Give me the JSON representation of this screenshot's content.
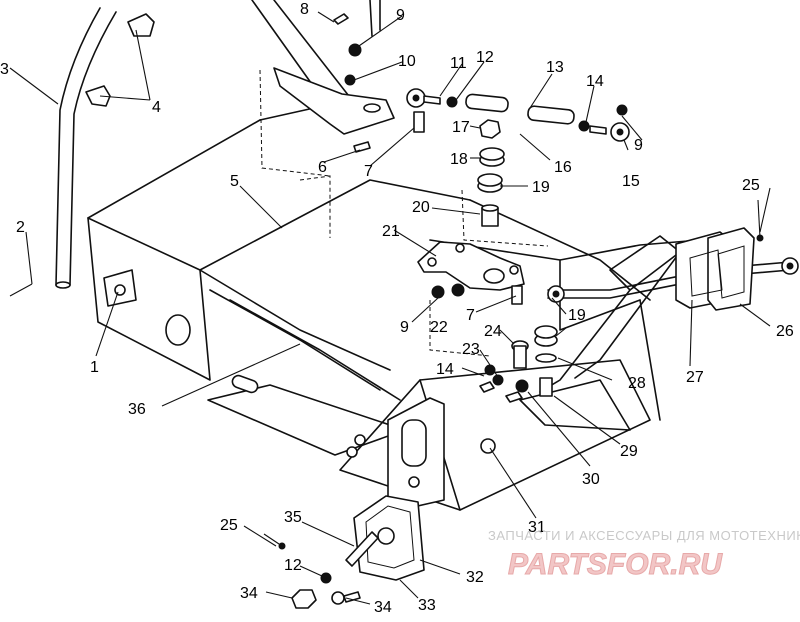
{
  "callouts": [
    {
      "id": "c1",
      "text": "1"
    },
    {
      "id": "c2",
      "text": "2"
    },
    {
      "id": "c3",
      "text": "3"
    },
    {
      "id": "c4",
      "text": "4"
    },
    {
      "id": "c5",
      "text": "5"
    },
    {
      "id": "c6",
      "text": "6"
    },
    {
      "id": "c7a",
      "text": "7"
    },
    {
      "id": "c7b",
      "text": "7"
    },
    {
      "id": "c8",
      "text": "8"
    },
    {
      "id": "c9a",
      "text": "9"
    },
    {
      "id": "c9b",
      "text": "9"
    },
    {
      "id": "c9c",
      "text": "9"
    },
    {
      "id": "c10",
      "text": "10"
    },
    {
      "id": "c11",
      "text": "11"
    },
    {
      "id": "c12a",
      "text": "12"
    },
    {
      "id": "c12b",
      "text": "12"
    },
    {
      "id": "c13",
      "text": "13"
    },
    {
      "id": "c14a",
      "text": "14"
    },
    {
      "id": "c14b",
      "text": "14"
    },
    {
      "id": "c15",
      "text": "15"
    },
    {
      "id": "c16",
      "text": "16"
    },
    {
      "id": "c17",
      "text": "17"
    },
    {
      "id": "c18",
      "text": "18"
    },
    {
      "id": "c19a",
      "text": "19"
    },
    {
      "id": "c19b",
      "text": "19"
    },
    {
      "id": "c20",
      "text": "20"
    },
    {
      "id": "c21",
      "text": "21"
    },
    {
      "id": "c22",
      "text": "22"
    },
    {
      "id": "c23",
      "text": "23"
    },
    {
      "id": "c24",
      "text": "24"
    },
    {
      "id": "c25a",
      "text": "25"
    },
    {
      "id": "c25b",
      "text": "25"
    },
    {
      "id": "c26",
      "text": "26"
    },
    {
      "id": "c27",
      "text": "27"
    },
    {
      "id": "c28",
      "text": "28"
    },
    {
      "id": "c29",
      "text": "29"
    },
    {
      "id": "c30",
      "text": "30"
    },
    {
      "id": "c31",
      "text": "31"
    },
    {
      "id": "c32",
      "text": "32"
    },
    {
      "id": "c33",
      "text": "33"
    },
    {
      "id": "c34a",
      "text": "34"
    },
    {
      "id": "c34b",
      "text": "34"
    },
    {
      "id": "c35",
      "text": "35"
    },
    {
      "id": "c36",
      "text": "36"
    }
  ],
  "watermark": {
    "tagline": "ЗАПЧАСТИ И АКСЕССУАРЫ ДЛЯ МОТОТЕХНИКИ",
    "logo": "PARTSFOR.RU",
    "color": "#e7a9a9"
  }
}
